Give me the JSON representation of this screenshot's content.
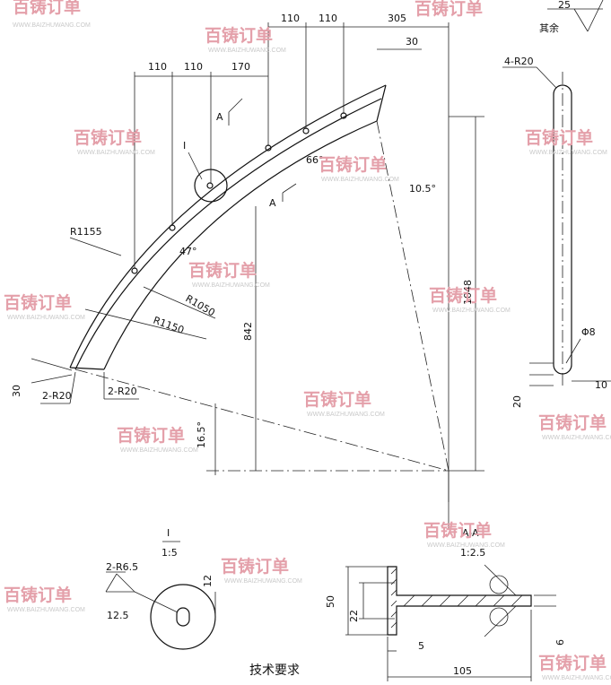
{
  "watermark": {
    "brand": "百铸订单",
    "site": "WWW.BAIZHUWANG.COM"
  },
  "main_view": {
    "dims_top": [
      "110",
      "110",
      "170",
      "110",
      "110",
      "305",
      "30"
    ],
    "radii": [
      "R1155",
      "R1050",
      "R1150"
    ],
    "angles": [
      "66°",
      "10.5°",
      "47°",
      "16.5°"
    ],
    "fillets": [
      "2-R20",
      "2-R20"
    ],
    "height_842": "842",
    "height_1048": "1048",
    "left_30": "30",
    "section_mark": "A",
    "detail_mark": "I"
  },
  "roughness": {
    "value": "25",
    "note": "其余"
  },
  "side_view": {
    "fillet": "4-R20",
    "hole": "Φ8",
    "dim_20": "20",
    "dim_10": "10"
  },
  "detail_view": {
    "title": "I",
    "scale": "1:5",
    "slot": "2-R6.5",
    "dim_12": "12",
    "roughness": "12.5"
  },
  "section_view": {
    "title": "A-A",
    "scale": "1:2.5",
    "dim_50": "50",
    "dim_22": "22",
    "dim_5": "5",
    "dim_105": "105",
    "dim_6": "6"
  },
  "tech_req": {
    "heading": "技术要求"
  }
}
